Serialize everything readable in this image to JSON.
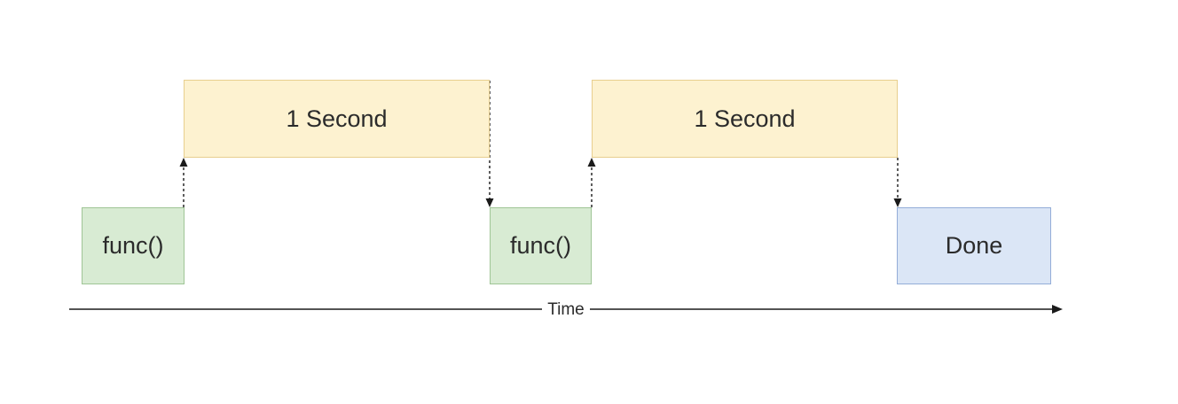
{
  "diagram": {
    "wait_blocks": [
      {
        "label": "1 Second"
      },
      {
        "label": "1 Second"
      }
    ],
    "call_blocks": [
      {
        "label": "func()"
      },
      {
        "label": "func()"
      }
    ],
    "done_block": {
      "label": "Done"
    },
    "timeline": {
      "label": "Time"
    },
    "colors": {
      "wait_fill": "#fdf2d0",
      "wait_border": "#e8cf8e",
      "call_fill": "#d8ebd3",
      "call_border": "#9fc596",
      "done_fill": "#dbe6f6",
      "done_border": "#94add8",
      "line": "#1a1a1a"
    }
  }
}
